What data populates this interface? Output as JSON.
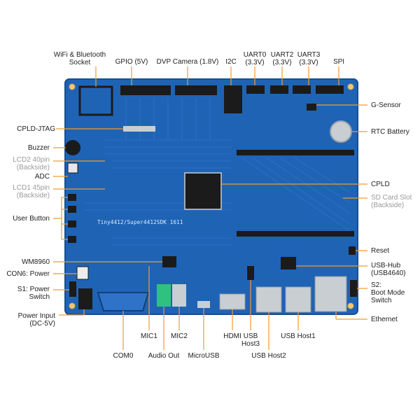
{
  "colors": {
    "board": "#1f63b5",
    "board_edge": "#174e92",
    "trace": "#2a73c7",
    "header": "#1b1b1b",
    "silver": "#c9ced3",
    "leader": "#f29a2e",
    "text": "#222222",
    "muted": "#9a9a9a"
  },
  "board_silkscreen": "Tiny4412/Super4412SDK 1611",
  "labels": {
    "wifi": "WiFi & Bluetooth",
    "wifi2": "Socket",
    "gpio": "GPIO (5V)",
    "dvp": "DVP Camera (1.8V)",
    "i2c": "I2C",
    "uart0": "UART0",
    "uart0v": "(3.3V)",
    "uart2": "UART2",
    "uart2v": "(3.3V)",
    "uart3": "UART3",
    "uart3v": "(3.3V)",
    "spi": "SPI",
    "gsensor": "G-Sensor",
    "cpld_jtag": "CPLD-JTAG",
    "rtc": "RTC Battery",
    "buzzer": "Buzzer",
    "lcd2": "LCD2 40pin",
    "lcd2b": "(Backside)",
    "adc": "ADC",
    "lcd1": "LCD1 45pin",
    "lcd1b": "(Backside)",
    "cpld": "CPLD",
    "sdcard": "SD Card Slot",
    "sdcardb": "(Backside)",
    "userbtn": "User Button",
    "reset": "Reset",
    "wm8960": "WM8960",
    "usbhub": "USB-Hub",
    "usbhub2": "(USB4640)",
    "con6": "CON6: Power",
    "s1": "S1: Power",
    "s1b": "Switch",
    "s2": "S2:",
    "s2b": "Boot Mode",
    "s2c": "Switch",
    "ethernet": "Ethernet",
    "powerin": "Power Input",
    "powerin2": "(DC-5V)",
    "mic1": "MIC1",
    "mic2": "MIC2",
    "hdmi": "HDMI",
    "usbhost3": "USB",
    "usbhost3b": "Host3",
    "usbhost1": "USB Host1",
    "com0": "COM0",
    "audio": "Audio Out",
    "microusb": "MicroUSB",
    "usbhost2": "USB Host2"
  }
}
